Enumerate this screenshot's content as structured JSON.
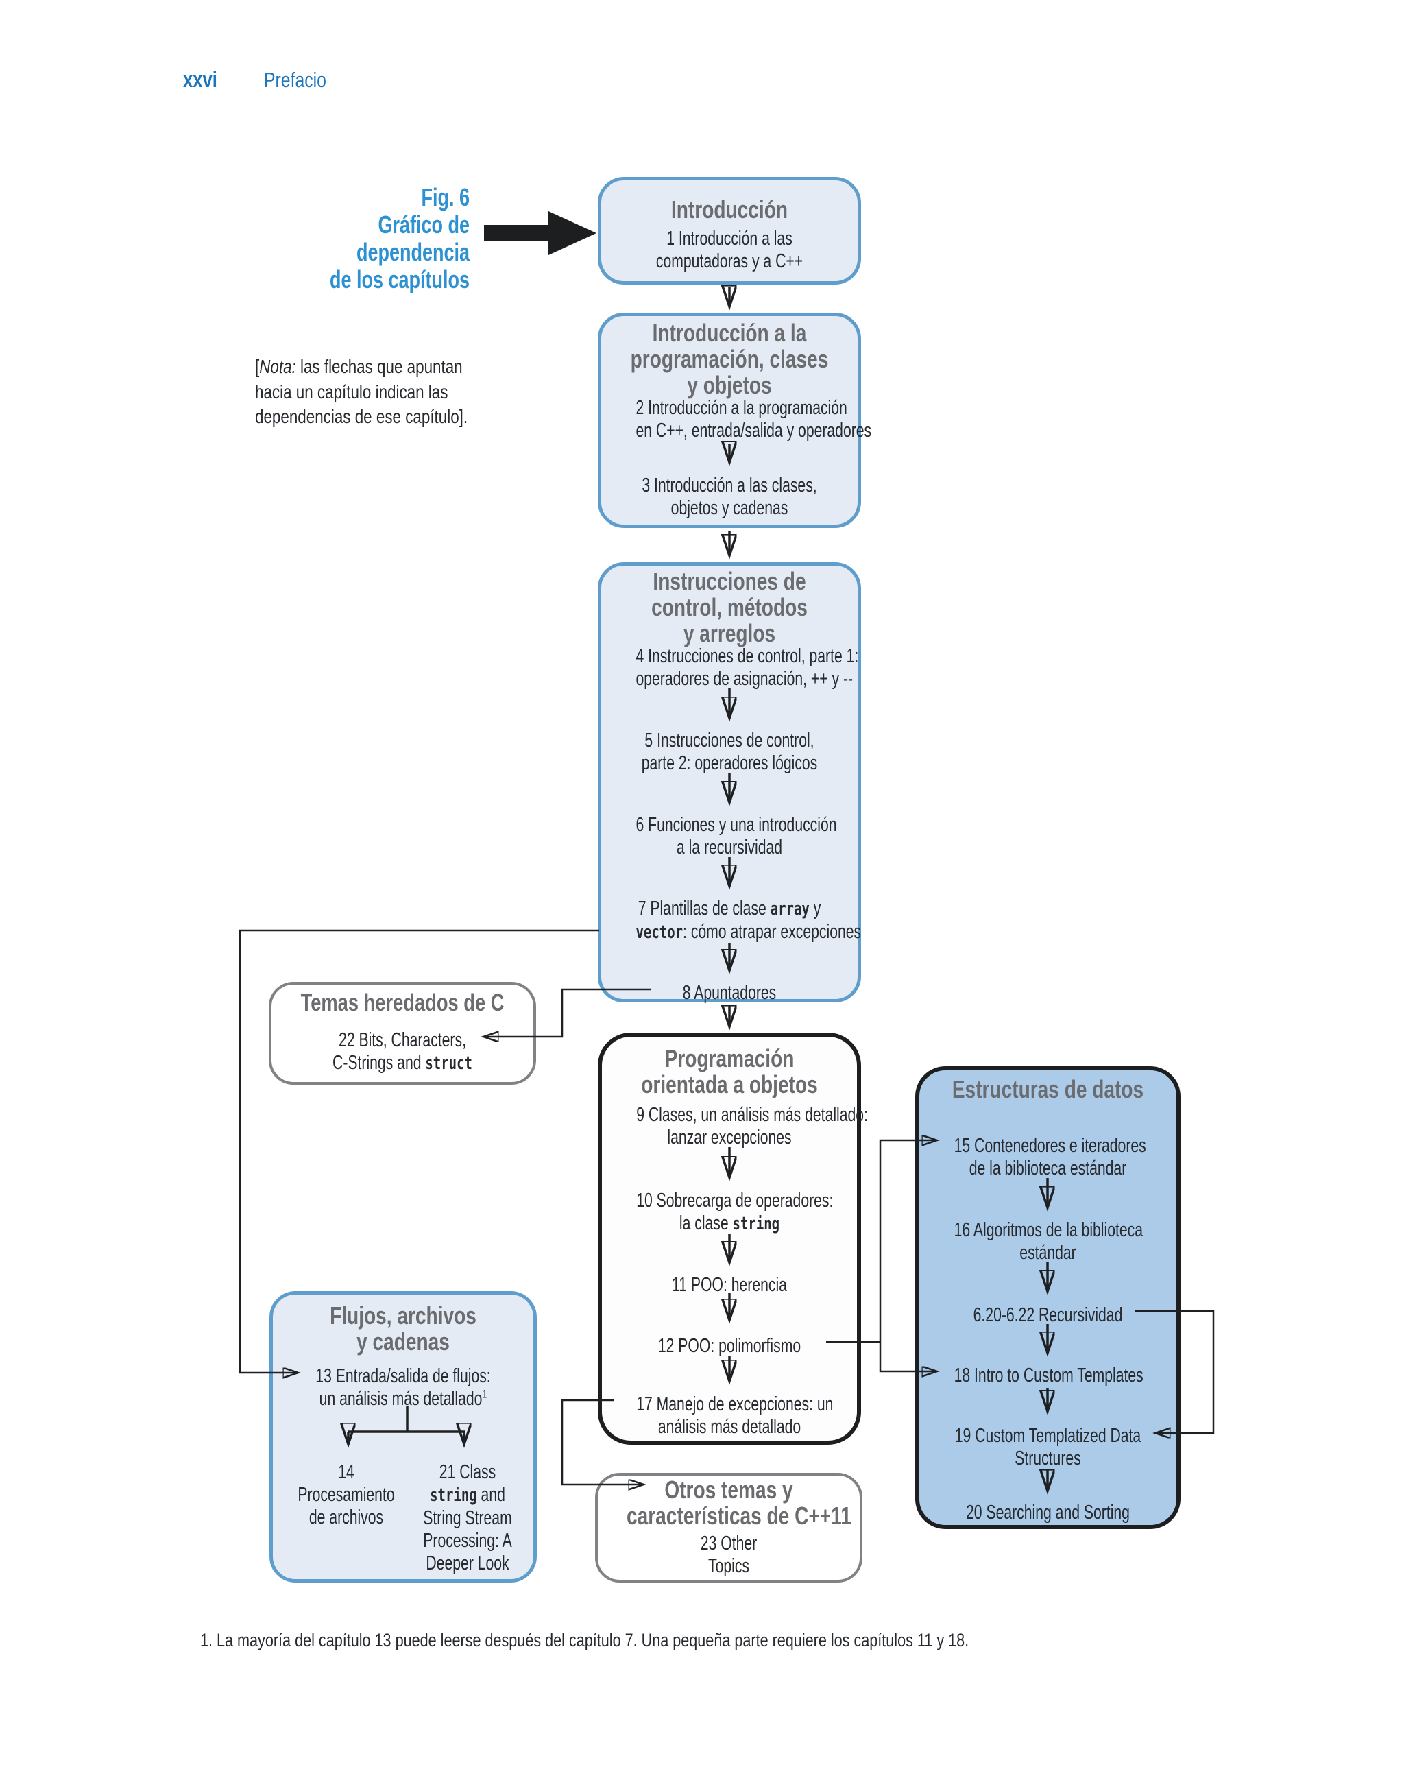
{
  "colors": {
    "header_blue": "#1b76bc",
    "caption_blue": "#2d91d2",
    "title_gray": "#6b6c6f",
    "body_text": "#26292e",
    "blue_box_border": "#5f9ecc",
    "blue_box_fill": "#e4ebf4",
    "data_box_fill": "#abcbe8",
    "gray_box_border": "#808285",
    "line_color": "#1f2023"
  },
  "header": {
    "page_number": "xxvi",
    "section_title": "Prefacio"
  },
  "figure_caption": {
    "lines": [
      "Fig. 6",
      "Gráfico de",
      "dependencia",
      "de los capítulos"
    ]
  },
  "note": {
    "line1_bracket": "[",
    "line1_italic": "Nota:",
    "line1_rest": " las flechas que apuntan",
    "line2": "hacia un capítulo indican las",
    "line3": "dependencias de ese capítulo]."
  },
  "boxes": {
    "intro": {
      "title": "Introducción",
      "item1": {
        "line1": "1 Introducción a las",
        "line2": "computadoras y a C++"
      }
    },
    "intro_prog": {
      "title_lines": [
        "Introducción a la",
        "programación, clases",
        "y objetos"
      ],
      "item2": {
        "line1": "2 Introducción a la programación",
        "line2": "en C++, entrada/salida y operadores"
      },
      "item3": {
        "line1": "3 Introducción a las clases,",
        "line2": "objetos y cadenas"
      }
    },
    "control": {
      "title_lines": [
        "Instrucciones de",
        "control, métodos",
        "y arreglos"
      ],
      "item4": {
        "line1": "4 Instrucciones de control, parte 1:",
        "line2": "operadores de asignación, ++ y --"
      },
      "item5": {
        "line1": "5 Instrucciones de control,",
        "line2": "parte 2: operadores lógicos"
      },
      "item6": {
        "line1": "6 Funciones y una introducción",
        "line2": "a la recursividad"
      },
      "item7": {
        "line1_pre": "7 Plantillas de clase ",
        "line1_code": "array",
        "line1_post": " y",
        "line2_code": "vector",
        "line2_post": ": cómo atrapar excepciones"
      },
      "item8": "8  Apuntadores"
    },
    "oop": {
      "title_lines": [
        "Programación",
        "orientada a objetos"
      ],
      "item9": {
        "line1": "9 Clases, un análisis más detallado:",
        "line2": "lanzar excepciones"
      },
      "item10": {
        "line1": "10 Sobrecarga de operadores:",
        "line2_pre": "la clase ",
        "line2_code": "string"
      },
      "item11": "11 POO: herencia",
      "item12": "12 POO: polimorfismo",
      "item17": {
        "line1": "17 Manejo de excepciones: un",
        "line2": "análisis más detallado"
      }
    },
    "legacy": {
      "title": "Temas heredados de C",
      "item22": {
        "line1": "22 Bits, Characters,",
        "line2_pre": "C-Strings and ",
        "line2_code": "struct"
      }
    },
    "streams": {
      "title_lines": [
        "Flujos, archivos",
        "y cadenas"
      ],
      "item13": {
        "line1": "13 Entrada/salida de flujos:",
        "line2": "un análisis más detallado",
        "line2_sup": "1"
      },
      "item14_lines": [
        "14",
        "Procesamiento",
        "de archivos"
      ],
      "item21": {
        "line1": "21 Class",
        "line2_code": "string",
        "line2_post": " and",
        "line3": "String Stream",
        "line4": "Processing: A",
        "line5": "Deeper Look"
      }
    },
    "data_structures": {
      "title": "Estructuras de datos",
      "item15": {
        "line1": "15 Contenedores e iteradores",
        "line2": "de la biblioteca estándar"
      },
      "item16": {
        "line1": "16 Algoritmos de la biblioteca",
        "line2": "estándar"
      },
      "item_recursion": "6.20-6.22 Recursividad",
      "item18": "18 Intro to Custom Templates",
      "item19": {
        "line1": "19 Custom Templatized Data",
        "line2": "Structures"
      },
      "item20": "20 Searching and Sorting"
    },
    "other_topics": {
      "title_lines": [
        "Otros temas y",
        "características de C++11"
      ],
      "item23": {
        "line1": "23 Other",
        "line2": "Topics"
      }
    }
  },
  "footnote": "1. La mayoría del capítulo 13 puede leerse después del capítulo 7. Una pequeña parte requiere los capítulos 11 y 18."
}
